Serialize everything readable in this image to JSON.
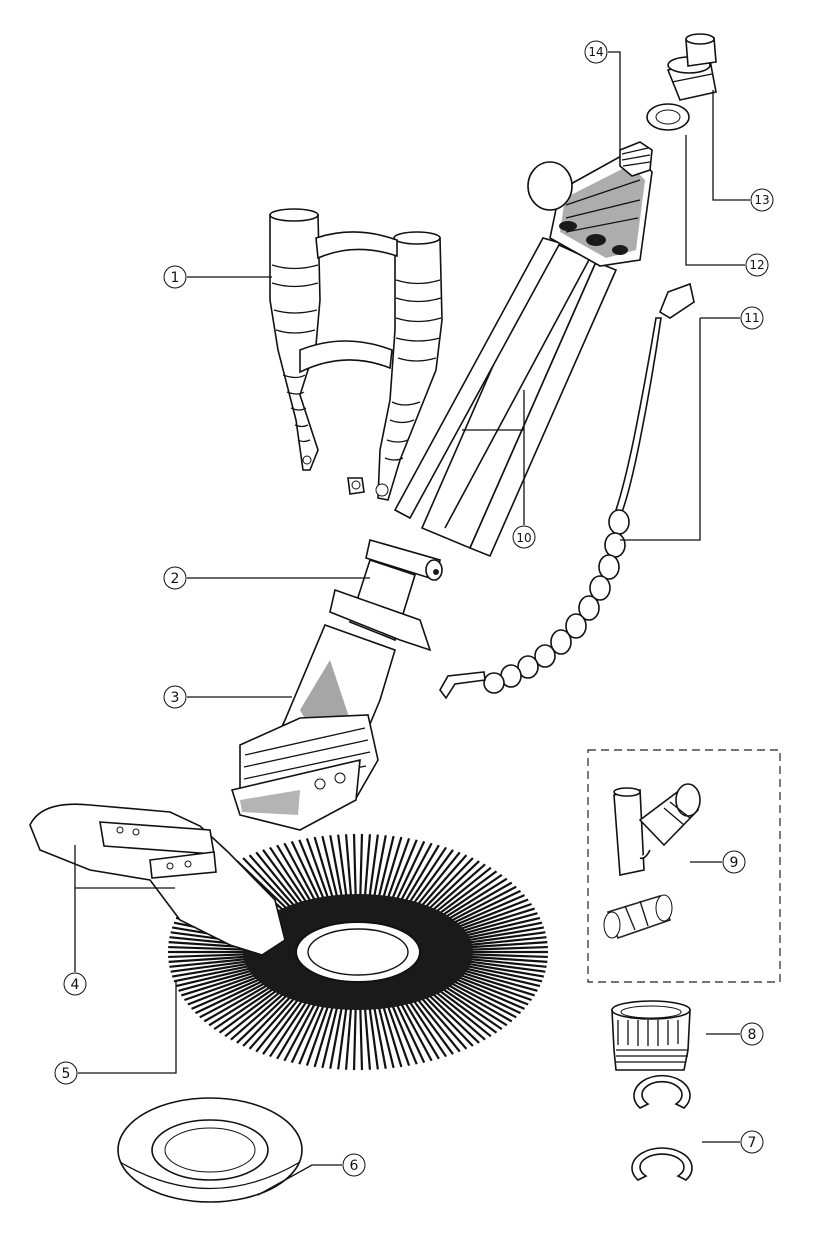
{
  "diagram": {
    "callouts": [
      {
        "id": "c1",
        "label": "1"
      },
      {
        "id": "c2",
        "label": "2"
      },
      {
        "id": "c3",
        "label": "3"
      },
      {
        "id": "c4",
        "label": "4"
      },
      {
        "id": "c5",
        "label": "5"
      },
      {
        "id": "c6",
        "label": "6"
      },
      {
        "id": "c7",
        "label": "7"
      },
      {
        "id": "c8",
        "label": "8"
      },
      {
        "id": "c9",
        "label": "9"
      },
      {
        "id": "c10",
        "label": "10"
      },
      {
        "id": "c11",
        "label": "11"
      },
      {
        "id": "c12",
        "label": "12"
      },
      {
        "id": "c13",
        "label": "13"
      },
      {
        "id": "c14",
        "label": "14"
      }
    ],
    "colors": {
      "line": "#111111",
      "background": "#ffffff",
      "shade": "#6a6a6a",
      "dark": "#1a1a1a"
    }
  }
}
